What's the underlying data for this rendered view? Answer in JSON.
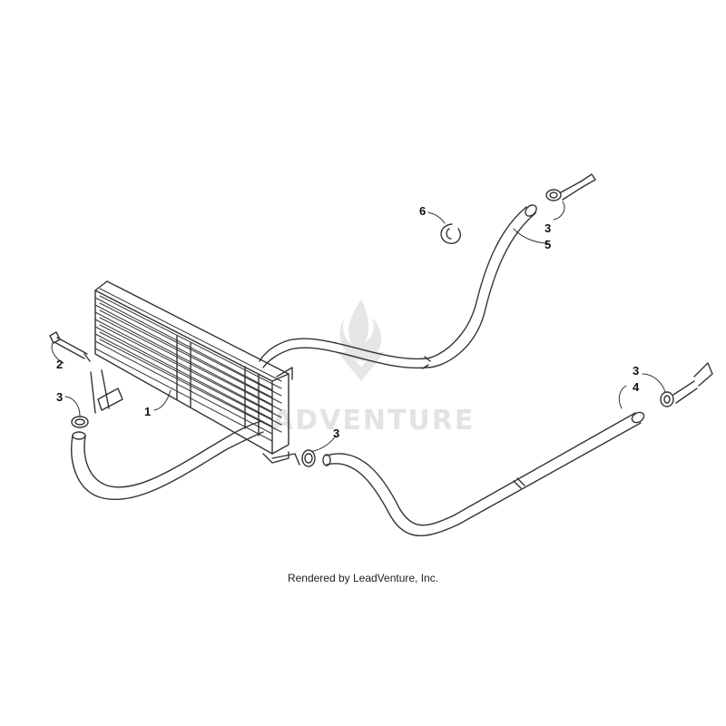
{
  "watermark": {
    "text": "ADVENTURE"
  },
  "callouts": {
    "radiator": "1",
    "bolt": "2",
    "clamp_left": "3",
    "clamp_center": "3",
    "clamp_top": "3",
    "clamp_right": "3",
    "hose_lower": "4",
    "hose_upper": "5",
    "retaining_ring": "6"
  },
  "footer": {
    "credit": "Rendered by LeadVenture, Inc."
  },
  "colors": {
    "line": "#333333",
    "watermark": "#e3e3e3"
  }
}
